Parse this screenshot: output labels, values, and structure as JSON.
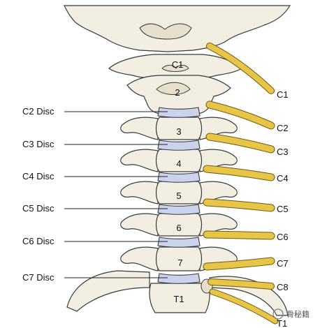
{
  "vertebra_labels": [
    "C1",
    "2",
    "3",
    "4",
    "5",
    "6",
    "7",
    "T1"
  ],
  "disc_labels": [
    "C2 Disc",
    "C3 Disc",
    "C4 Disc",
    "C5 Disc",
    "C6 Disc",
    "C7 Disc"
  ],
  "nerve_labels": [
    "C1",
    "C2",
    "C3",
    "C4",
    "C5",
    "C6",
    "C7",
    "C8",
    "T1"
  ],
  "watermark": "骨秘籍",
  "colors": {
    "bone": "#f3eee2",
    "disc": "#c9d3ee",
    "nerve": "#e8c547",
    "outline": "#3a3a3a"
  }
}
